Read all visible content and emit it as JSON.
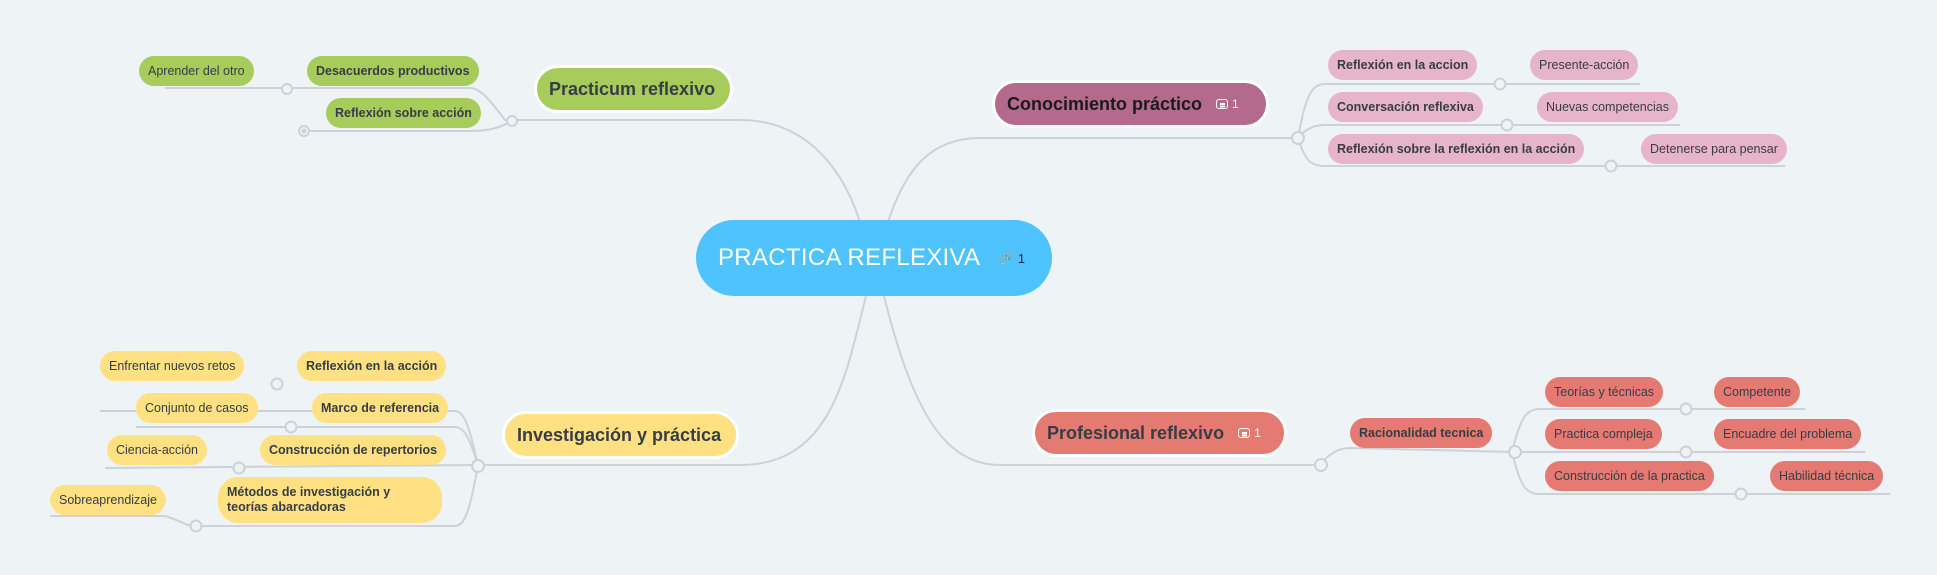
{
  "root": {
    "label": "PRACTICA REFLEXIVA",
    "link_count": "1",
    "color": "#4fc3fd"
  },
  "branches": {
    "practicum": {
      "label": "Practicum reflexivo",
      "color": "#a8cc5c",
      "children": [
        {
          "label": "Desacuerdos productivos",
          "child": "Aprender del otro"
        },
        {
          "label": "Reflexión sobre acción"
        }
      ]
    },
    "conocimiento": {
      "label": "Conocimiento práctico",
      "comment_count": "1",
      "color": "#b36a8c",
      "children": [
        {
          "label": "Reflexión en la accion",
          "child": "Presente-acción"
        },
        {
          "label": "Conversación reflexiva",
          "child": "Nuevas competencias"
        },
        {
          "label": "Reflexión sobre la reflexión en la acción",
          "child": "Detenerse para pensar"
        }
      ]
    },
    "investigacion": {
      "label": "Investigación y práctica",
      "color": "#ffe082",
      "children": [
        {
          "label": "Reflexión en la acción",
          "child": "Enfrentar nuevos retos"
        },
        {
          "label": "Marco de referencia",
          "child": "Conjunto de casos"
        },
        {
          "label": "Construcción de repertorios",
          "child": "Ciencia-acción"
        },
        {
          "label": "Métodos de investigación y teorías abarcadoras",
          "child": "Sobreaprendizaje"
        }
      ]
    },
    "profesional": {
      "label": "Profesional reflexivo",
      "comment_count": "1",
      "color": "#e57a72",
      "children": [
        {
          "label": "Racionalidad tecnica",
          "children": [
            {
              "label": "Teorías y técnicas",
              "child": "Competente"
            },
            {
              "label": "Practica compleja",
              "child": "Encuadre del problema"
            },
            {
              "label": "Construcción de la practica",
              "child": "Habilidad técnica"
            }
          ]
        }
      ]
    }
  }
}
